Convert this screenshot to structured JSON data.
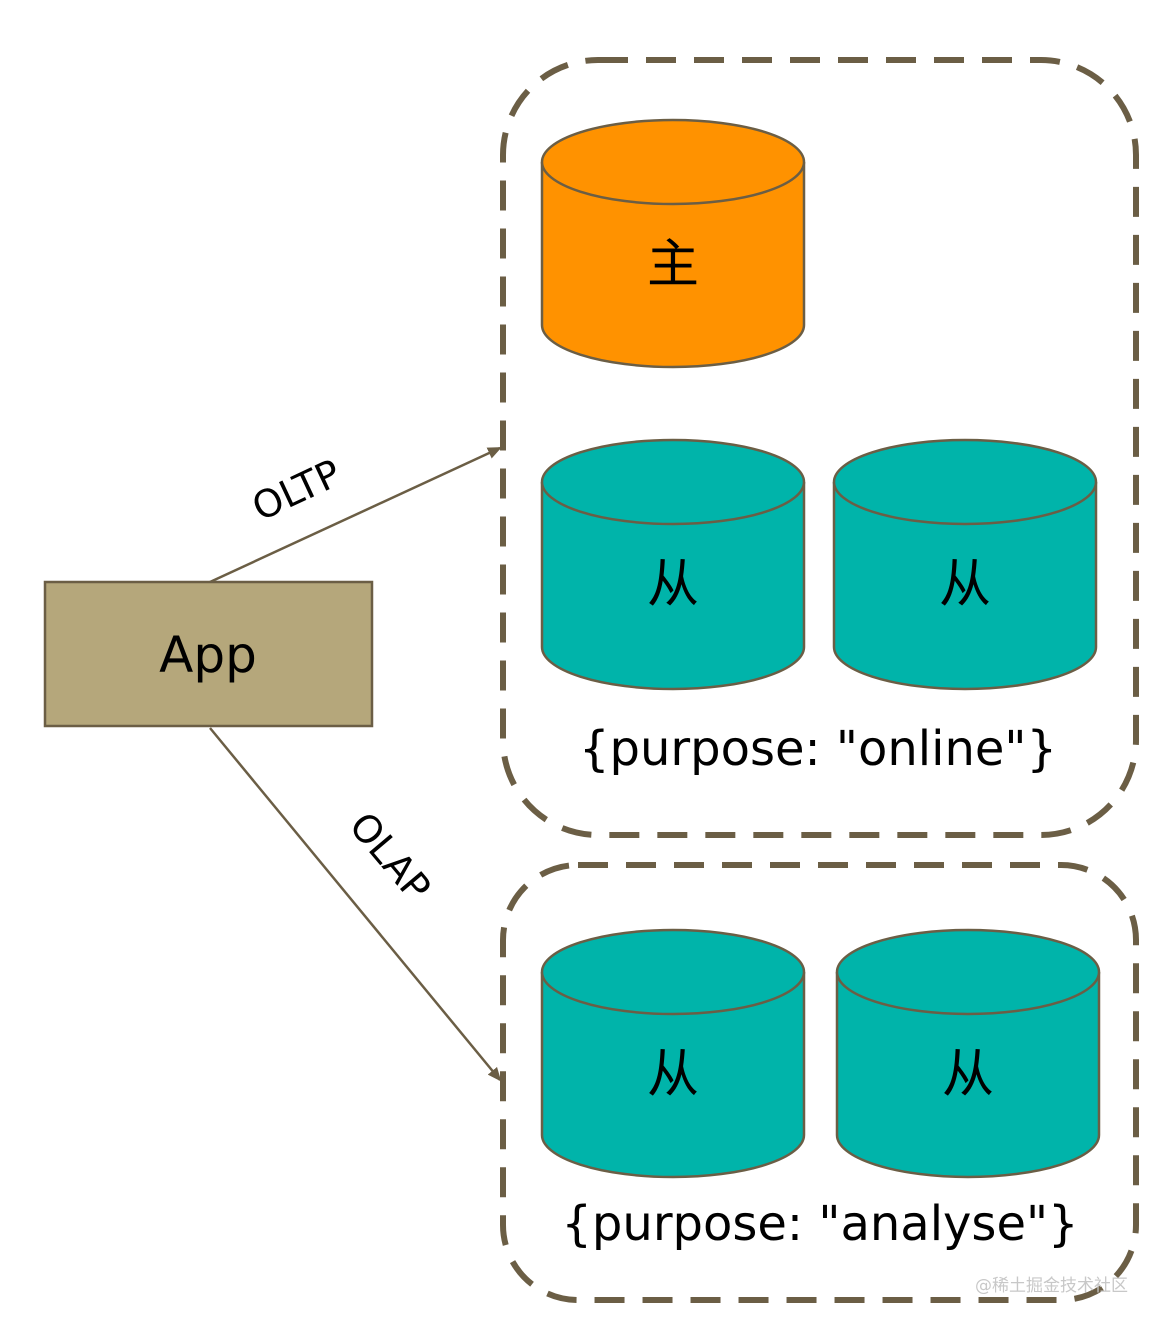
{
  "app": {
    "label": "App"
  },
  "edges": {
    "oltp": {
      "label": "OLTP"
    },
    "olap": {
      "label": "OLAP"
    }
  },
  "groups": {
    "online": {
      "tag": "{purpose: \"online\"}",
      "primary": {
        "label": "主"
      },
      "replicas": [
        {
          "label": "从"
        },
        {
          "label": "从"
        }
      ]
    },
    "analyse": {
      "tag": "{purpose: \"analyse\"}",
      "replicas": [
        {
          "label": "从"
        },
        {
          "label": "从"
        }
      ]
    }
  },
  "watermark": "@稀土掘金技术社区",
  "colors": {
    "app_fill": "#b5a77b",
    "primary_fill": "#ff9200",
    "replica_fill": "#00b4aa",
    "stroke": "#6b5e45",
    "dashed_border": "#6b5e45",
    "watermark": "#c8c8c8"
  }
}
